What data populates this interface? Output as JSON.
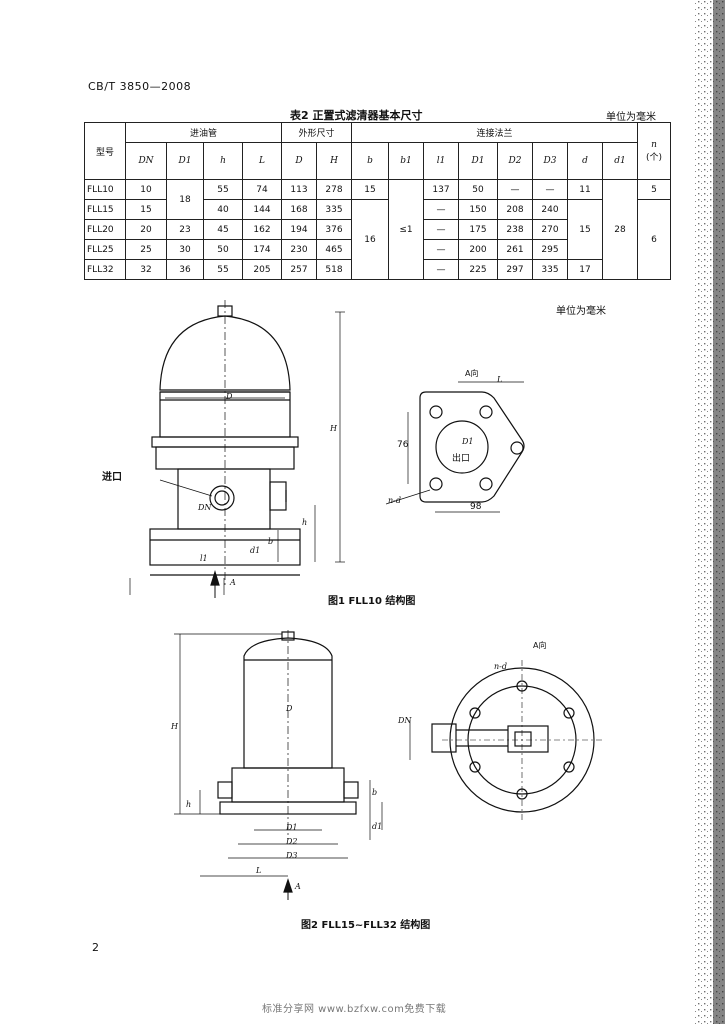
{
  "header": {
    "standard": "CB/T 3850—2008"
  },
  "table": {
    "caption": "表2  正置式滤清器基本尺寸",
    "unit": "单位为毫米",
    "group_headers": {
      "model": "型号",
      "inlet": "进油管",
      "outer": "外形尺寸",
      "flange": "连接法兰"
    },
    "columns": [
      "DN",
      "D1",
      "h",
      "L",
      "D",
      "H",
      "b",
      "b1",
      "l1",
      "D1",
      "D2",
      "D3",
      "d",
      "d1",
      "n",
      "(个)"
    ],
    "rows": [
      [
        "FLL10",
        "10",
        "18",
        "55",
        "74",
        "113",
        "278",
        "15",
        "",
        "137",
        "50",
        "—",
        "—",
        "11",
        "",
        "5"
      ],
      [
        "FLL15",
        "15",
        "",
        "40",
        "144",
        "168",
        "335",
        "",
        "",
        "—",
        "150",
        "208",
        "240",
        "",
        "",
        ""
      ],
      [
        "FLL20",
        "20",
        "23",
        "45",
        "162",
        "194",
        "376",
        "16",
        "≤1",
        "—",
        "175",
        "238",
        "270",
        "15",
        "28",
        "6"
      ],
      [
        "FLL25",
        "25",
        "30",
        "50",
        "174",
        "230",
        "465",
        "",
        "",
        "—",
        "200",
        "261",
        "295",
        "",
        "",
        ""
      ],
      [
        "FLL32",
        "32",
        "36",
        "55",
        "205",
        "257",
        "518",
        "",
        "",
        "—",
        "225",
        "297",
        "335",
        "17",
        "",
        ""
      ]
    ]
  },
  "figure1": {
    "unit": "单位为毫米",
    "caption": "图1   FLL10 结构图",
    "labels": {
      "inlet": "进口",
      "outlet": "出口",
      "view": "A向",
      "arrow": "A",
      "D": "D",
      "H": "H",
      "L": "L",
      "DN": "DN",
      "h": "h",
      "b": "b",
      "d1": "d1",
      "l1": "l1",
      "D1": "D1",
      "nd": "n-d",
      "dim76": "76",
      "dim98": "98"
    }
  },
  "figure2": {
    "caption": "图2   FLL15~FLL32 结构图",
    "labels": {
      "view": "A向",
      "arrow": "A",
      "H": "H",
      "D": "D",
      "h": "h",
      "b": "b",
      "d1": "d1",
      "D1": "D1",
      "D2": "D2",
      "D3": "D3",
      "L": "L",
      "DN": "DN",
      "nd": "n-d"
    }
  },
  "footer": {
    "page": "2",
    "watermark": "标准分享网 www.bzfxw.com免费下载"
  }
}
